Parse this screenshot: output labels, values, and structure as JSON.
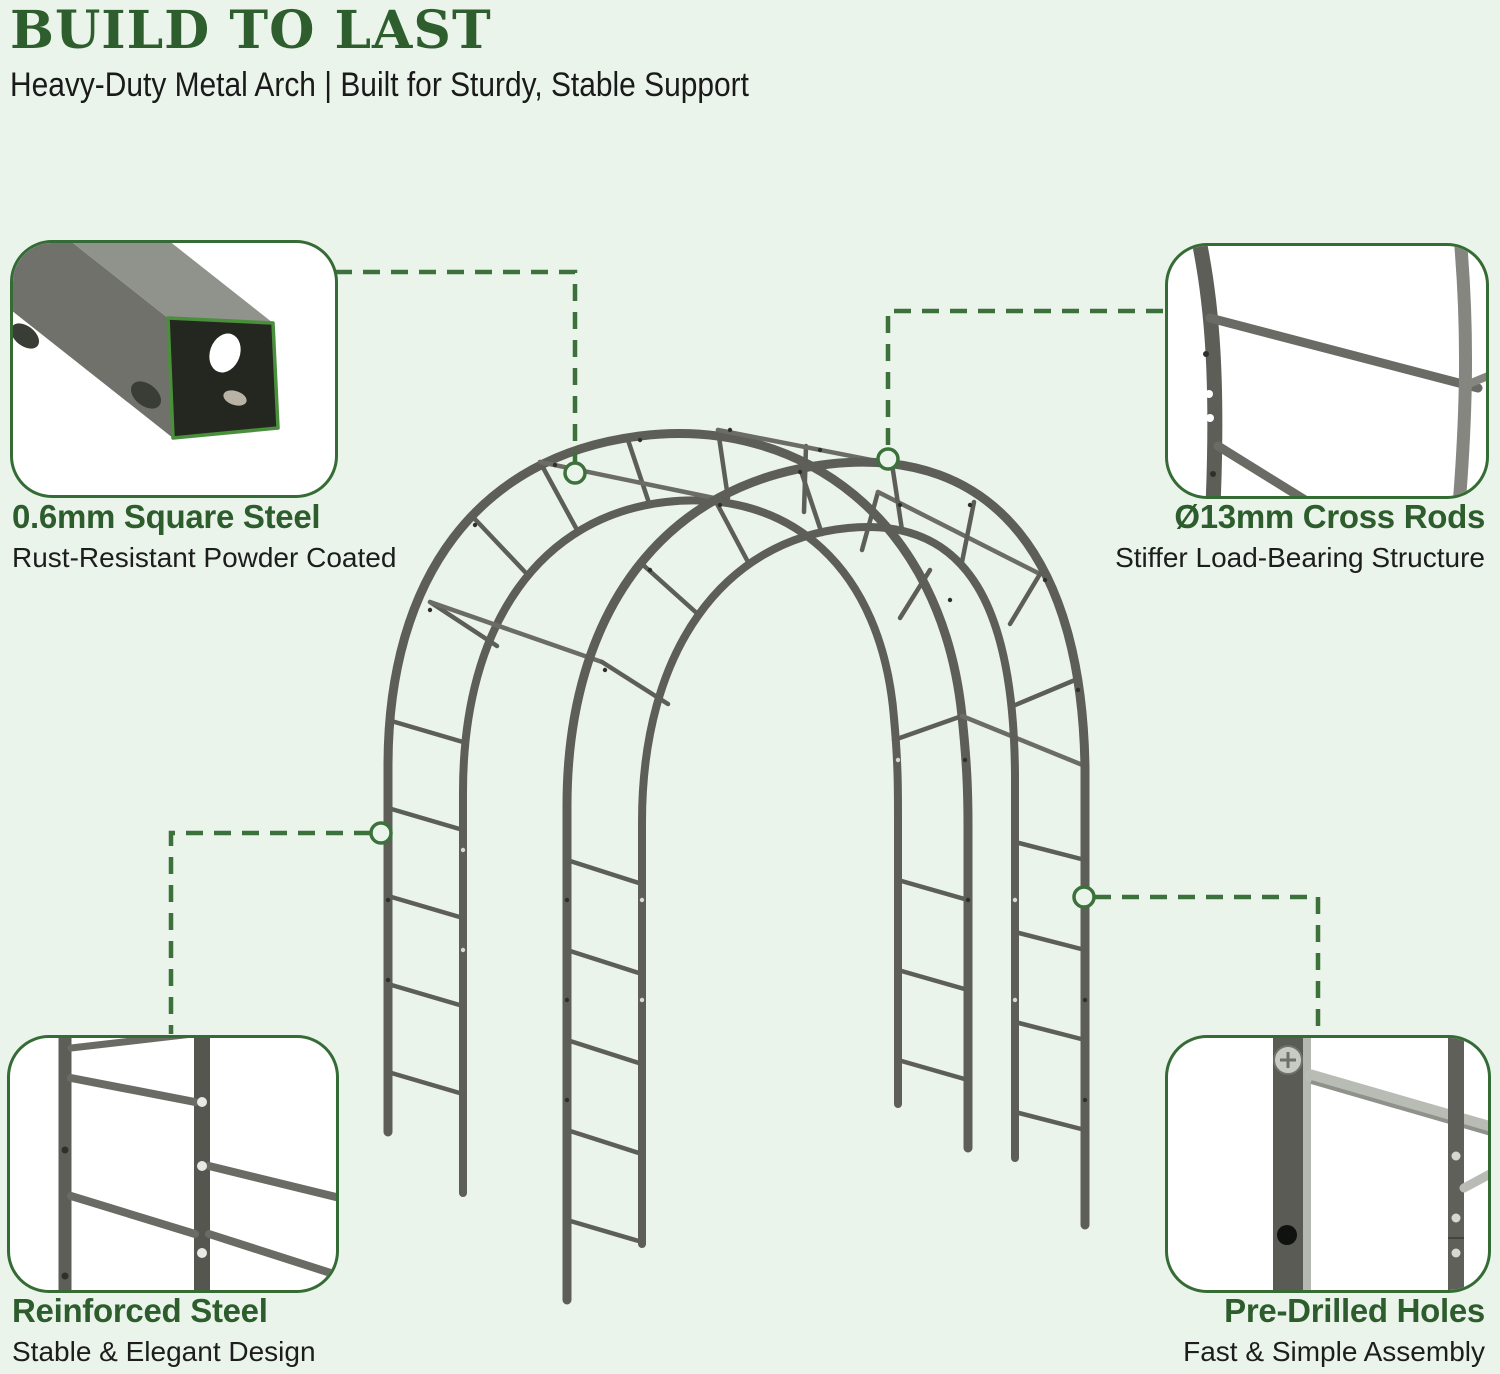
{
  "colors": {
    "background": "#eaf4ea",
    "accent_green_dash": "#3c713c",
    "border_green": "#356b35",
    "title_green": "#2e5e2e",
    "feature_title_green": "#2d5c2d",
    "text_dark": "#1a1a1a",
    "metal_gray": "#5d5e58",
    "panel_white": "#ffffff"
  },
  "header": {
    "title": "BUILD TO LAST",
    "subtitle": "Heavy-Duty Metal Arch | Built for Sturdy, Stable Support"
  },
  "features": [
    {
      "id": "square-steel",
      "position": "top-left",
      "title": "0.6mm Square Steel",
      "subtitle": "Rust-Resistant Powder Coated"
    },
    {
      "id": "cross-rods",
      "position": "top-right",
      "title": "Ø13mm Cross Rods",
      "subtitle": "Stiffer Load-Bearing Structure"
    },
    {
      "id": "reinforced-steel",
      "position": "bottom-left",
      "title": "Reinforced Steel",
      "subtitle": "Stable & Elegant Design"
    },
    {
      "id": "pre-drilled-holes",
      "position": "bottom-right",
      "title": "Pre-Drilled Holes",
      "subtitle": "Fast & Simple Assembly"
    }
  ]
}
